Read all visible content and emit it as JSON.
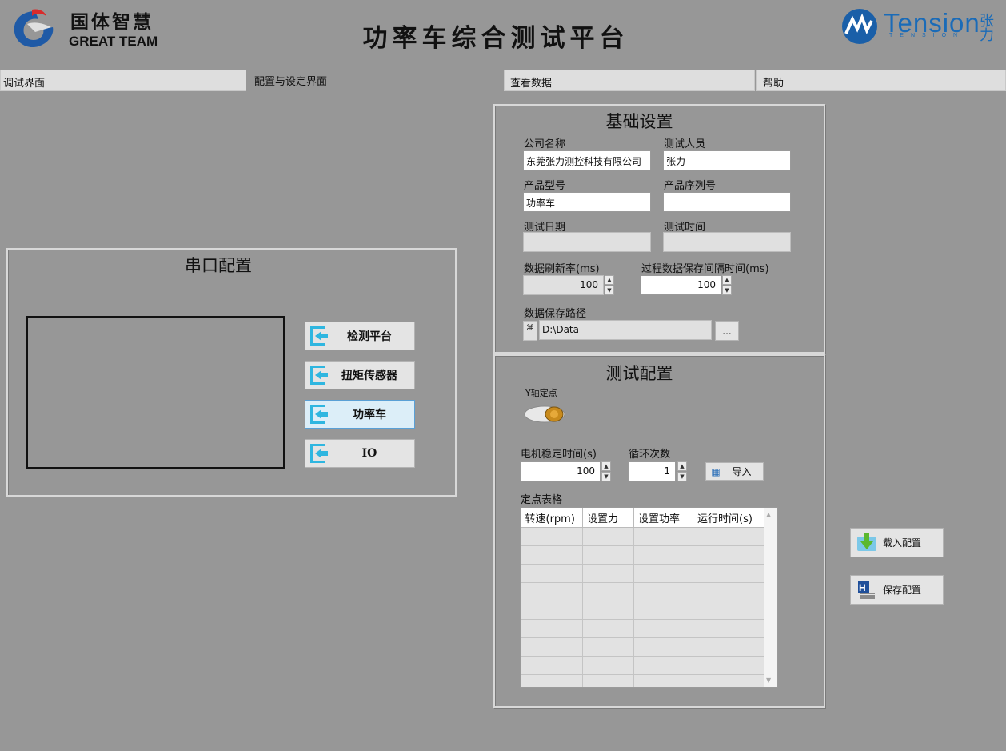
{
  "header": {
    "brand_cn": "国体智慧",
    "brand_en": "GREAT TEAM",
    "title": "功率车综合测试平台",
    "partner_brand": "Tension",
    "partner_sub": "TENSION",
    "partner_cn": "张力"
  },
  "tabs": [
    {
      "label": "调试界面"
    },
    {
      "label": "配置与设定界面",
      "active": true
    },
    {
      "label": "查看数据"
    },
    {
      "label": "帮助"
    }
  ],
  "serial": {
    "title": "串口配置",
    "devices": [
      {
        "label": "检测平台"
      },
      {
        "label": "扭矩传感器"
      },
      {
        "label": "功率车",
        "selected": true
      },
      {
        "label": "IO"
      }
    ]
  },
  "basic": {
    "title": "基础设置",
    "company_label": "公司名称",
    "company_value": "东莞张力测控科技有限公司",
    "tester_label": "测试人员",
    "tester_value": "张力",
    "model_label": "产品型号",
    "model_value": "功率车",
    "serial_label": "产品序列号",
    "serial_value": "",
    "date_label": "测试日期",
    "date_value": "",
    "time_label": "测试时间",
    "time_value": "",
    "refresh_label": "数据刷新率(ms)",
    "refresh_value": "100",
    "save_interval_label": "过程数据保存间隔时间(ms)",
    "save_interval_value": "100",
    "path_label": "数据保存路径",
    "path_value": "D:\\Data",
    "browse_label": "..."
  },
  "test": {
    "title": "测试配置",
    "y_fixed_label": "Y轴定点",
    "y_fixed_on": false,
    "motor_label": "电机稳定时间(s)",
    "motor_value": "100",
    "cycles_label": "循环次数",
    "cycles_value": "1",
    "import_label": "导入",
    "table_label": "定点表格",
    "columns": [
      "转速(rpm)",
      "设置力",
      "设置功率",
      "运行时间(s)"
    ],
    "rows": [
      [
        "",
        "",
        "",
        ""
      ],
      [
        "",
        "",
        "",
        ""
      ],
      [
        "",
        "",
        "",
        ""
      ],
      [
        "",
        "",
        "",
        ""
      ],
      [
        "",
        "",
        "",
        ""
      ],
      [
        "",
        "",
        "",
        ""
      ],
      [
        "",
        "",
        "",
        ""
      ],
      [
        "",
        "",
        "",
        ""
      ],
      [
        "",
        "",
        "",
        ""
      ]
    ]
  },
  "actions": {
    "load_label": "载入配置",
    "save_label": "保存配置"
  },
  "colors": {
    "background": "#979797",
    "brand_blue": "#1a6bb8",
    "icon_cyan": "#2fb6e0"
  }
}
